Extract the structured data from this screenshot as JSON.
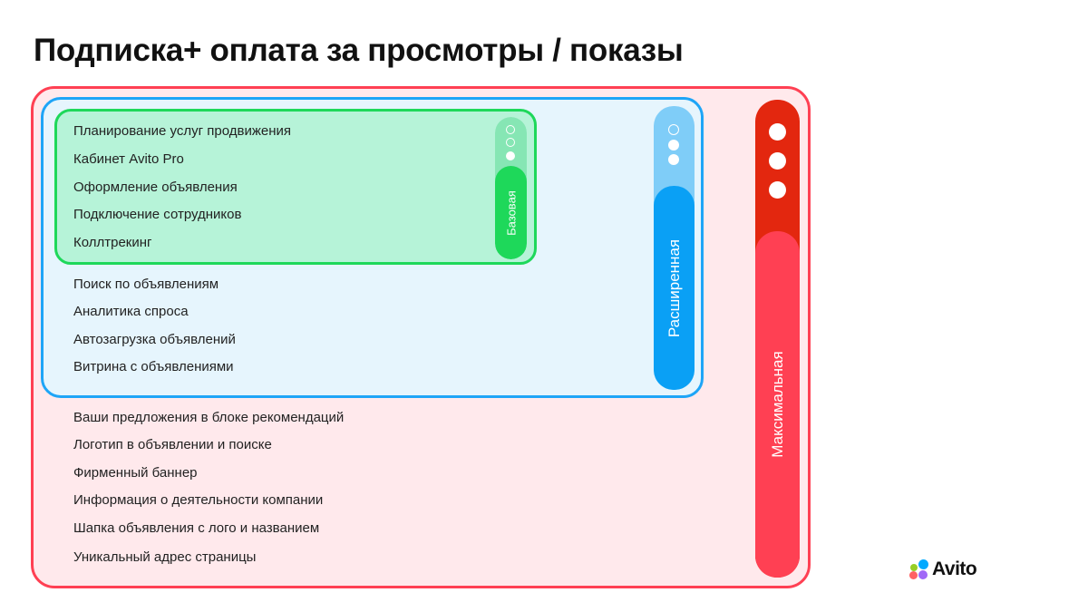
{
  "title": "Подписка+ оплата за просмотры / показы",
  "tiers": {
    "base": {
      "label": "Базовая",
      "color": "#1ed85a",
      "items": [
        "Планирование услуг продвижения",
        "Кабинет Avito Pro",
        "Оформление объявления",
        "Подключение сотрудников",
        "Коллтрекинг"
      ]
    },
    "extended": {
      "label": "Расширенная",
      "color": "#0aa0f5",
      "items": [
        "Поиск по объявлениям",
        "Аналитика спроса",
        "Автозагрузка объявлений",
        "Витрина с объявлениями"
      ]
    },
    "maximum": {
      "label": "Максимальная",
      "color": "#ff4053",
      "items": [
        "Ваши предложения в блоке рекомендаций",
        "Логотип в объявлении и поиске",
        "Фирменный баннер",
        "Информация о деятельности компании",
        "Шапка объявления с лого и названием",
        "Уникальный адрес страницы"
      ]
    }
  },
  "logo": {
    "text": "Avito",
    "dot_colors": [
      "#00aaff",
      "#97cf26",
      "#ff6163",
      "#a169f7"
    ]
  }
}
